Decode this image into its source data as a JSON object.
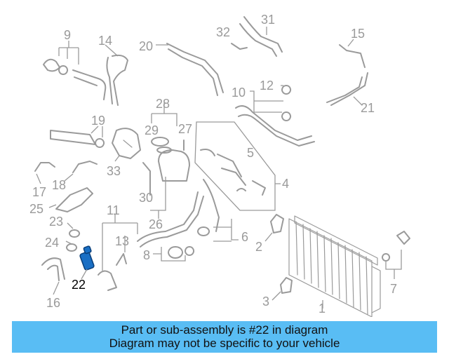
{
  "diagram": {
    "callouts": [
      "1",
      "2",
      "3",
      "4",
      "5",
      "6",
      "7",
      "8",
      "9",
      "10",
      "11",
      "12",
      "13",
      "14",
      "15",
      "16",
      "17",
      "18",
      "19",
      "20",
      "21",
      "22",
      "23",
      "24",
      "25",
      "26",
      "27",
      "28",
      "29",
      "30",
      "31",
      "32",
      "33"
    ],
    "highlighted_callout": "22",
    "highlight_color": "#1a6fc4"
  },
  "caption": {
    "line1": "Part or sub-assembly is #22 in diagram",
    "line2": "Diagram may not be specific to your vehicle",
    "background": "#59bdf4"
  }
}
